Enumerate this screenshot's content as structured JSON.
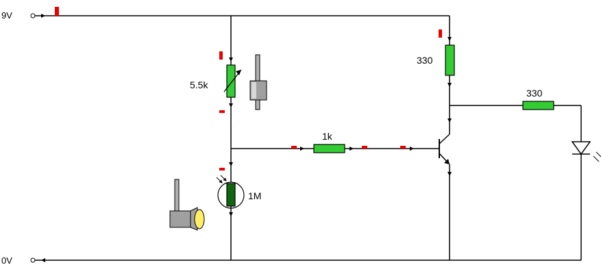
{
  "rails": {
    "top_label": "9V",
    "bottom_label": "0V"
  },
  "components": {
    "variable_resistor_label": "5.5k",
    "base_resistor_label": "1k",
    "ldr_label": "1M",
    "collector_resistor_label": "330",
    "led_resistor_label": "330"
  },
  "colors": {
    "wire": "#000000",
    "resistor_fill": "#33cc33",
    "ldr_fill": "#116611",
    "current_marker": "#ee0000",
    "slider_gray": "#a0a0a0",
    "lamp_yellow": "#ffee66"
  },
  "icons": {
    "slider": "slider-icon",
    "lamp": "lamp-icon",
    "led": "led-icon",
    "transistor": "npn-transistor-icon"
  }
}
